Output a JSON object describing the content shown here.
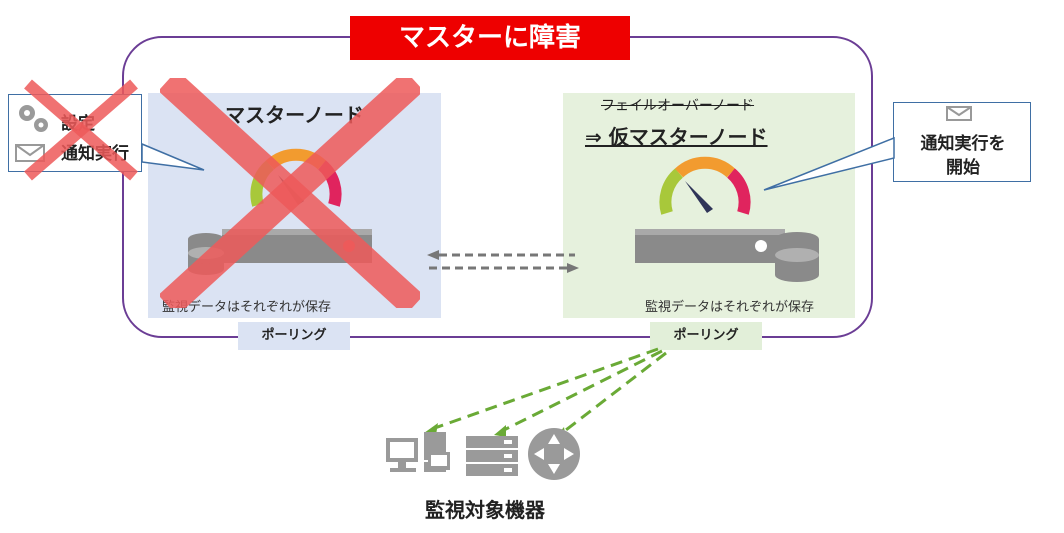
{
  "banner": {
    "title": "マスターに障害"
  },
  "master": {
    "title": "マスターノード",
    "data_note": "監視データはそれぞれが保存",
    "polling": "ポーリング"
  },
  "failover": {
    "title_old": "フェイルオーバーノード",
    "title_new": "⇒ 仮マスターノード",
    "data_note": "監視データはそれぞれが保存",
    "polling": "ポーリング"
  },
  "left_callout": {
    "line1": "設定",
    "line2": "通知実行",
    "icons": [
      "gears-icon",
      "mail-icon"
    ]
  },
  "right_callout": {
    "line1": "通知実行を",
    "line2": "開始",
    "icons": [
      "mail-icon"
    ]
  },
  "targets": {
    "label": "監視対象機器",
    "icons": [
      "computers-icon",
      "server-icon",
      "router-icon"
    ]
  },
  "colors": {
    "frame": "#6b3d95",
    "banner": "#ee0000",
    "master_panel": "#dbe3f3",
    "failover_panel": "#e6f1dd",
    "cross": "#ee5a5a",
    "polling_arrow": "#6aaa36",
    "callout_border": "#3f6fa4"
  }
}
